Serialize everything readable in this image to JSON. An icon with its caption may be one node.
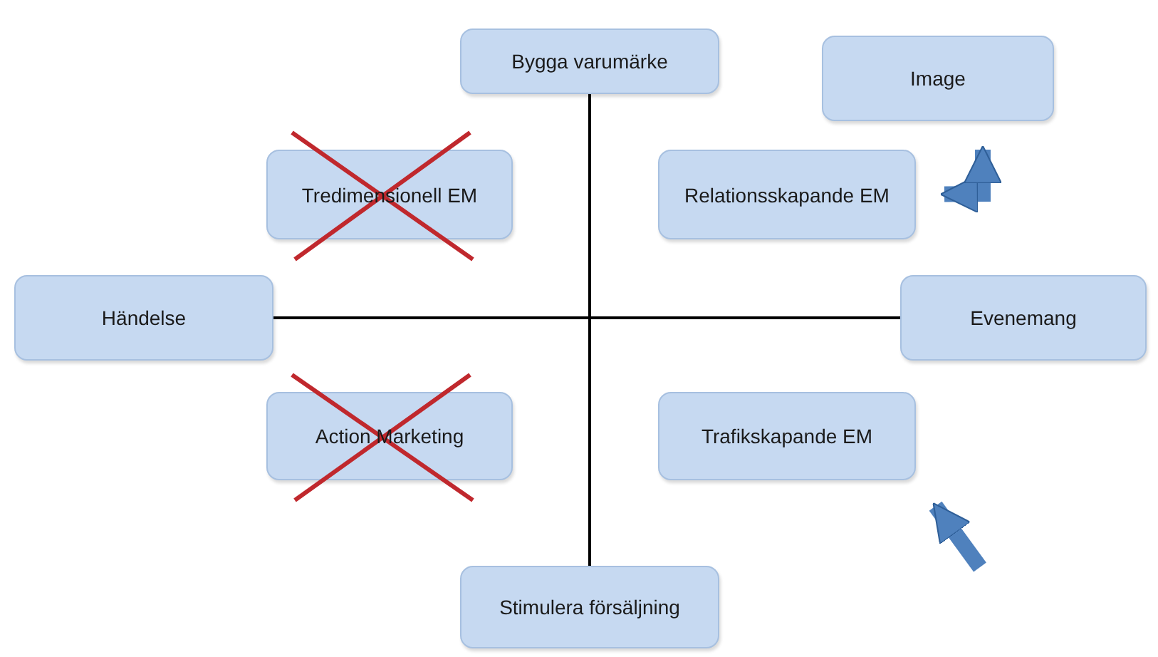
{
  "diagram": {
    "nodes": [
      {
        "text": [
          "Bygga varumärke"
        ]
      },
      {
        "text": [
          "Image"
        ]
      },
      {
        "text": [
          "Tredimensionell EM"
        ]
      },
      {
        "text": [
          "Relationsskapande EM"
        ]
      },
      {
        "text": [
          "Händelse"
        ]
      },
      {
        "text": [
          "Evenemang"
        ]
      },
      {
        "text": [
          "Action Marketing"
        ]
      },
      {
        "text": [
          "Trafikskapande EM"
        ]
      },
      {
        "text": [
          "Stimulera försäljning"
        ]
      }
    ],
    "edges": [
      {
        "from": 0,
        "to": 8,
        "arrow": "none"
      },
      {
        "from": 4,
        "to": 5,
        "arrow": "none"
      },
      {
        "from": 3,
        "to": 1,
        "arrow": "both",
        "style": "thick",
        "color": "#4f81bd"
      },
      {
        "from": null,
        "to": 7,
        "arrow": "to",
        "style": "thick",
        "color": "#4f81bd"
      }
    ]
  }
}
